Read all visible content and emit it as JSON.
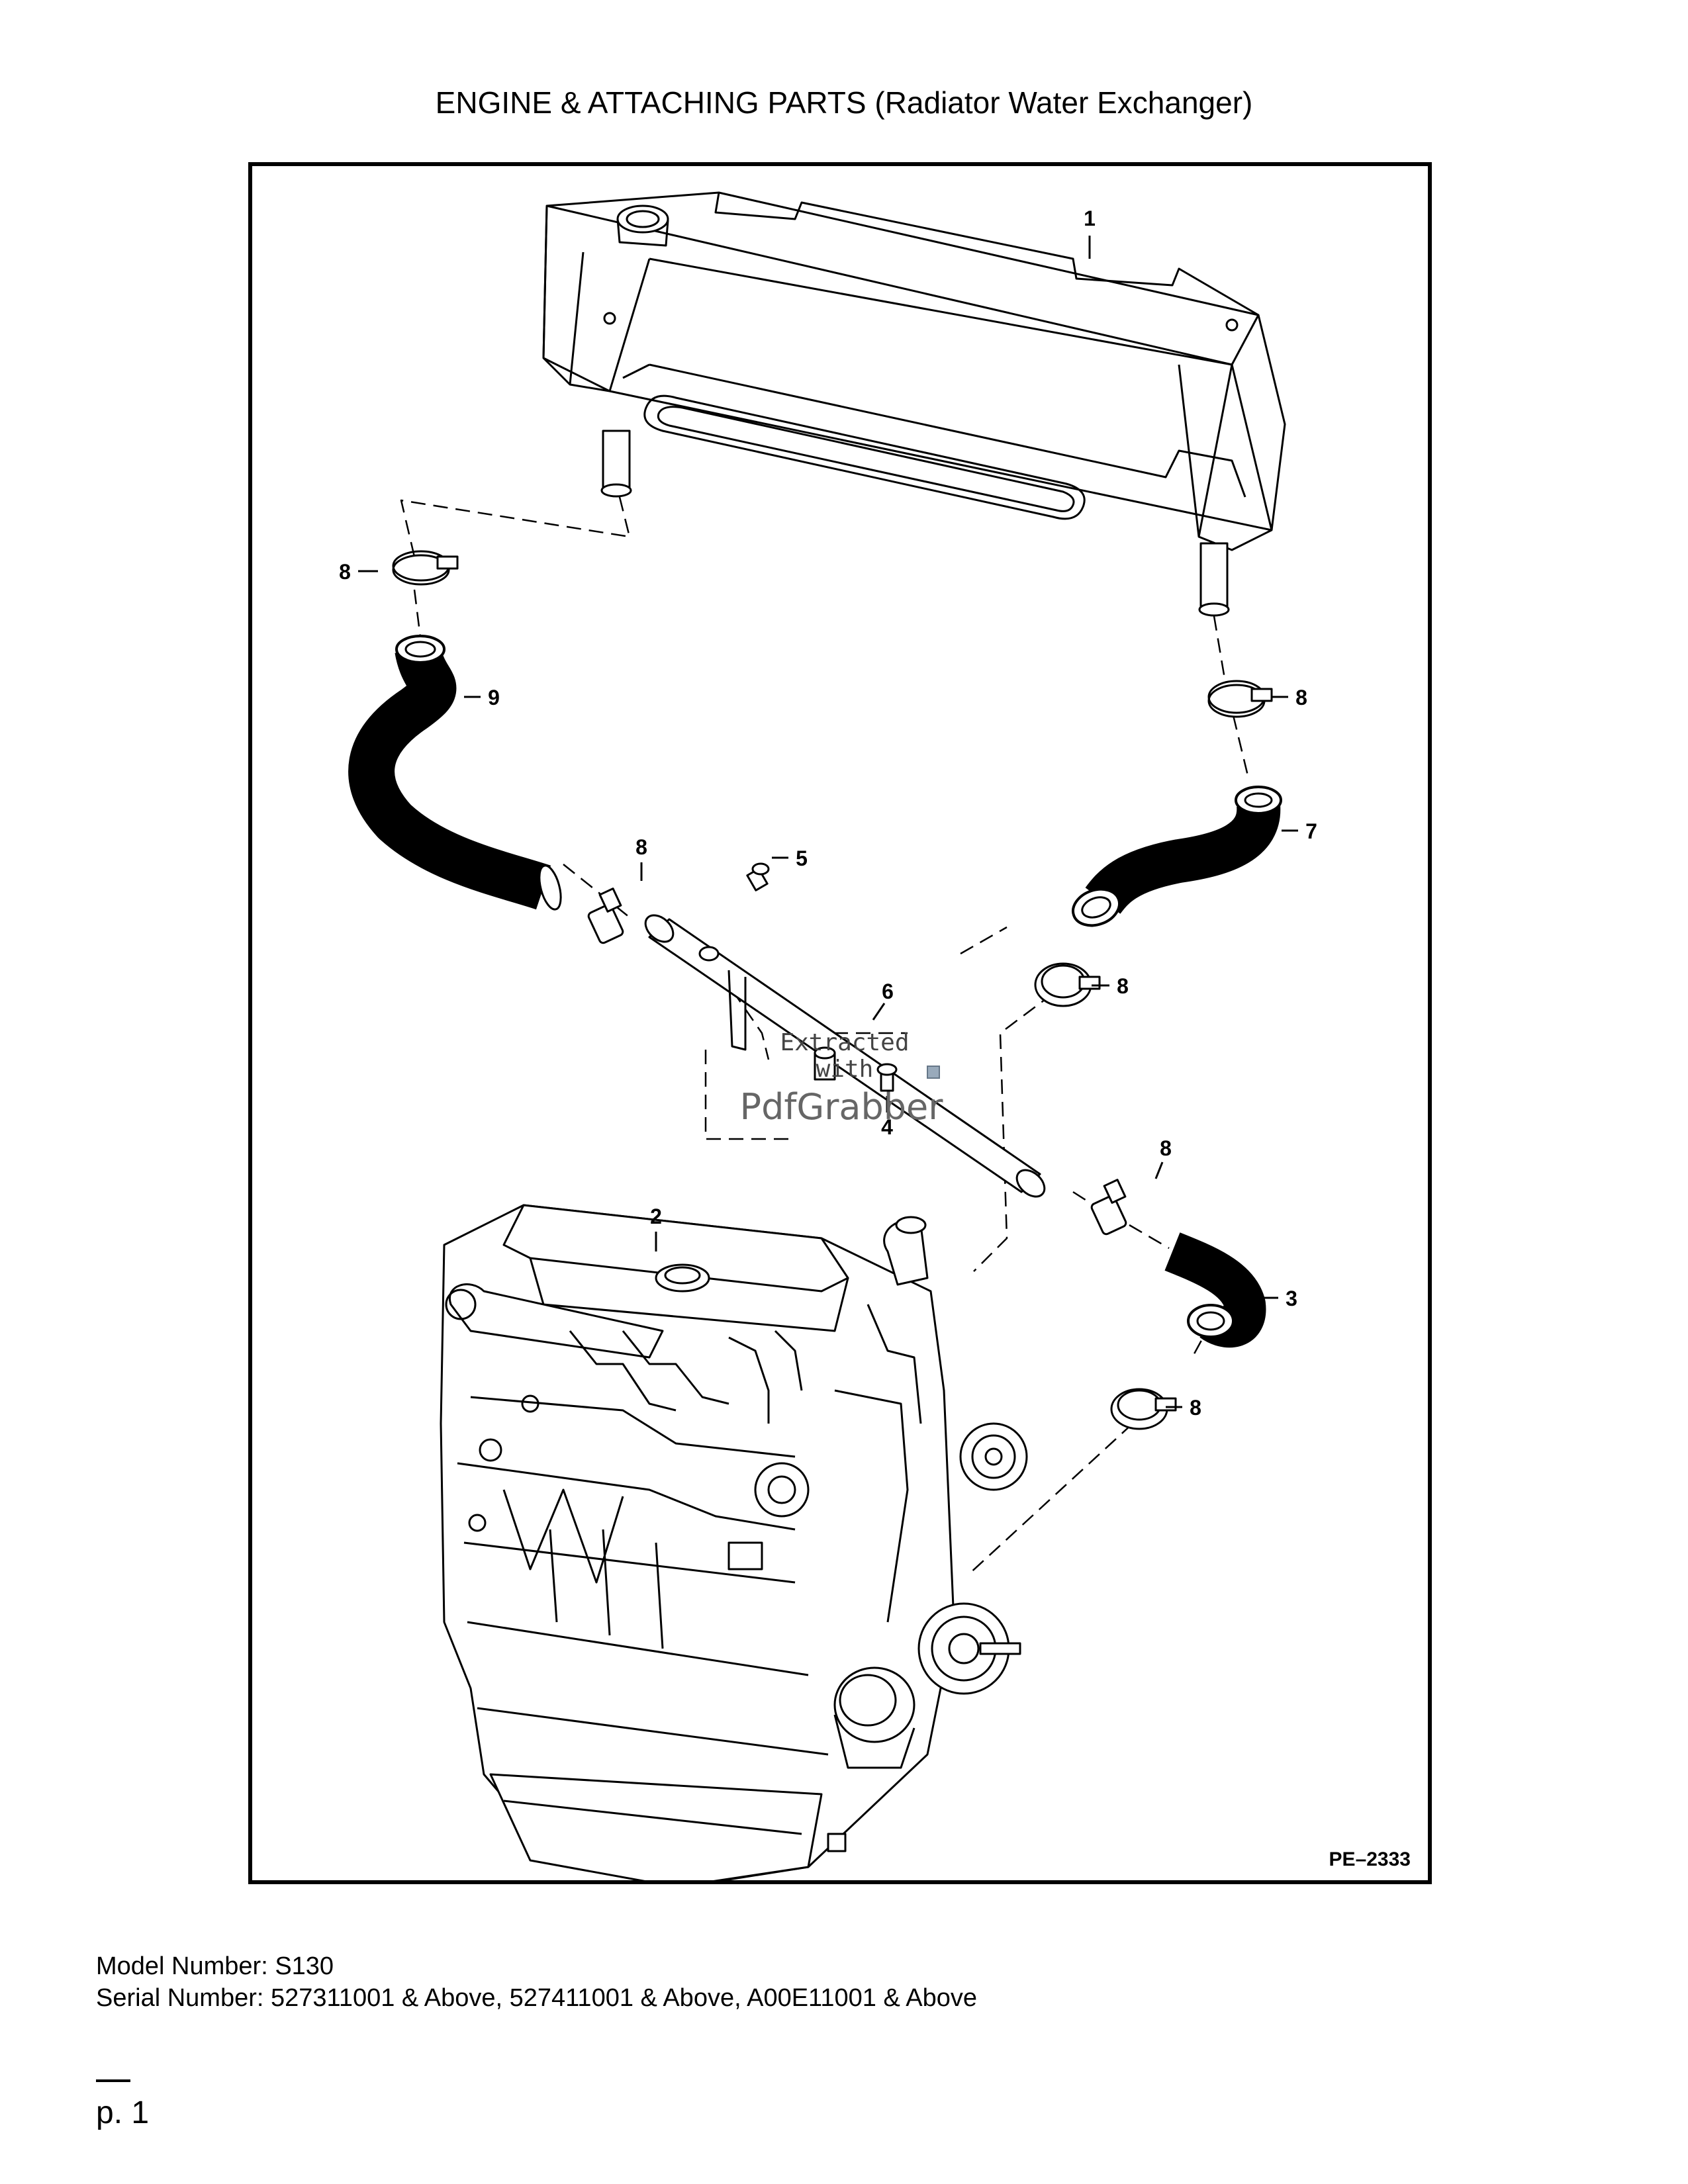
{
  "page": {
    "title": "ENGINE & ATTACHING PARTS (Radiator Water Exchanger)",
    "model_line": "Model Number: S130",
    "serial_line": "Serial Number: 527311001 & Above, 527411001 & Above, A00E11001 & Above",
    "page_number": "p. 1"
  },
  "diagram": {
    "drawing_code": "PE–2333",
    "callouts": {
      "radiator": "1",
      "engine": "2",
      "lower_hose": "3",
      "bolt_lower": "4",
      "bolt_upper": "5",
      "tube": "6",
      "right_hose": "7",
      "clamp": "8",
      "left_hose": "9"
    },
    "watermark": {
      "line1": "Extracted",
      "line2": "with",
      "brand": "PdfGrabber"
    }
  }
}
